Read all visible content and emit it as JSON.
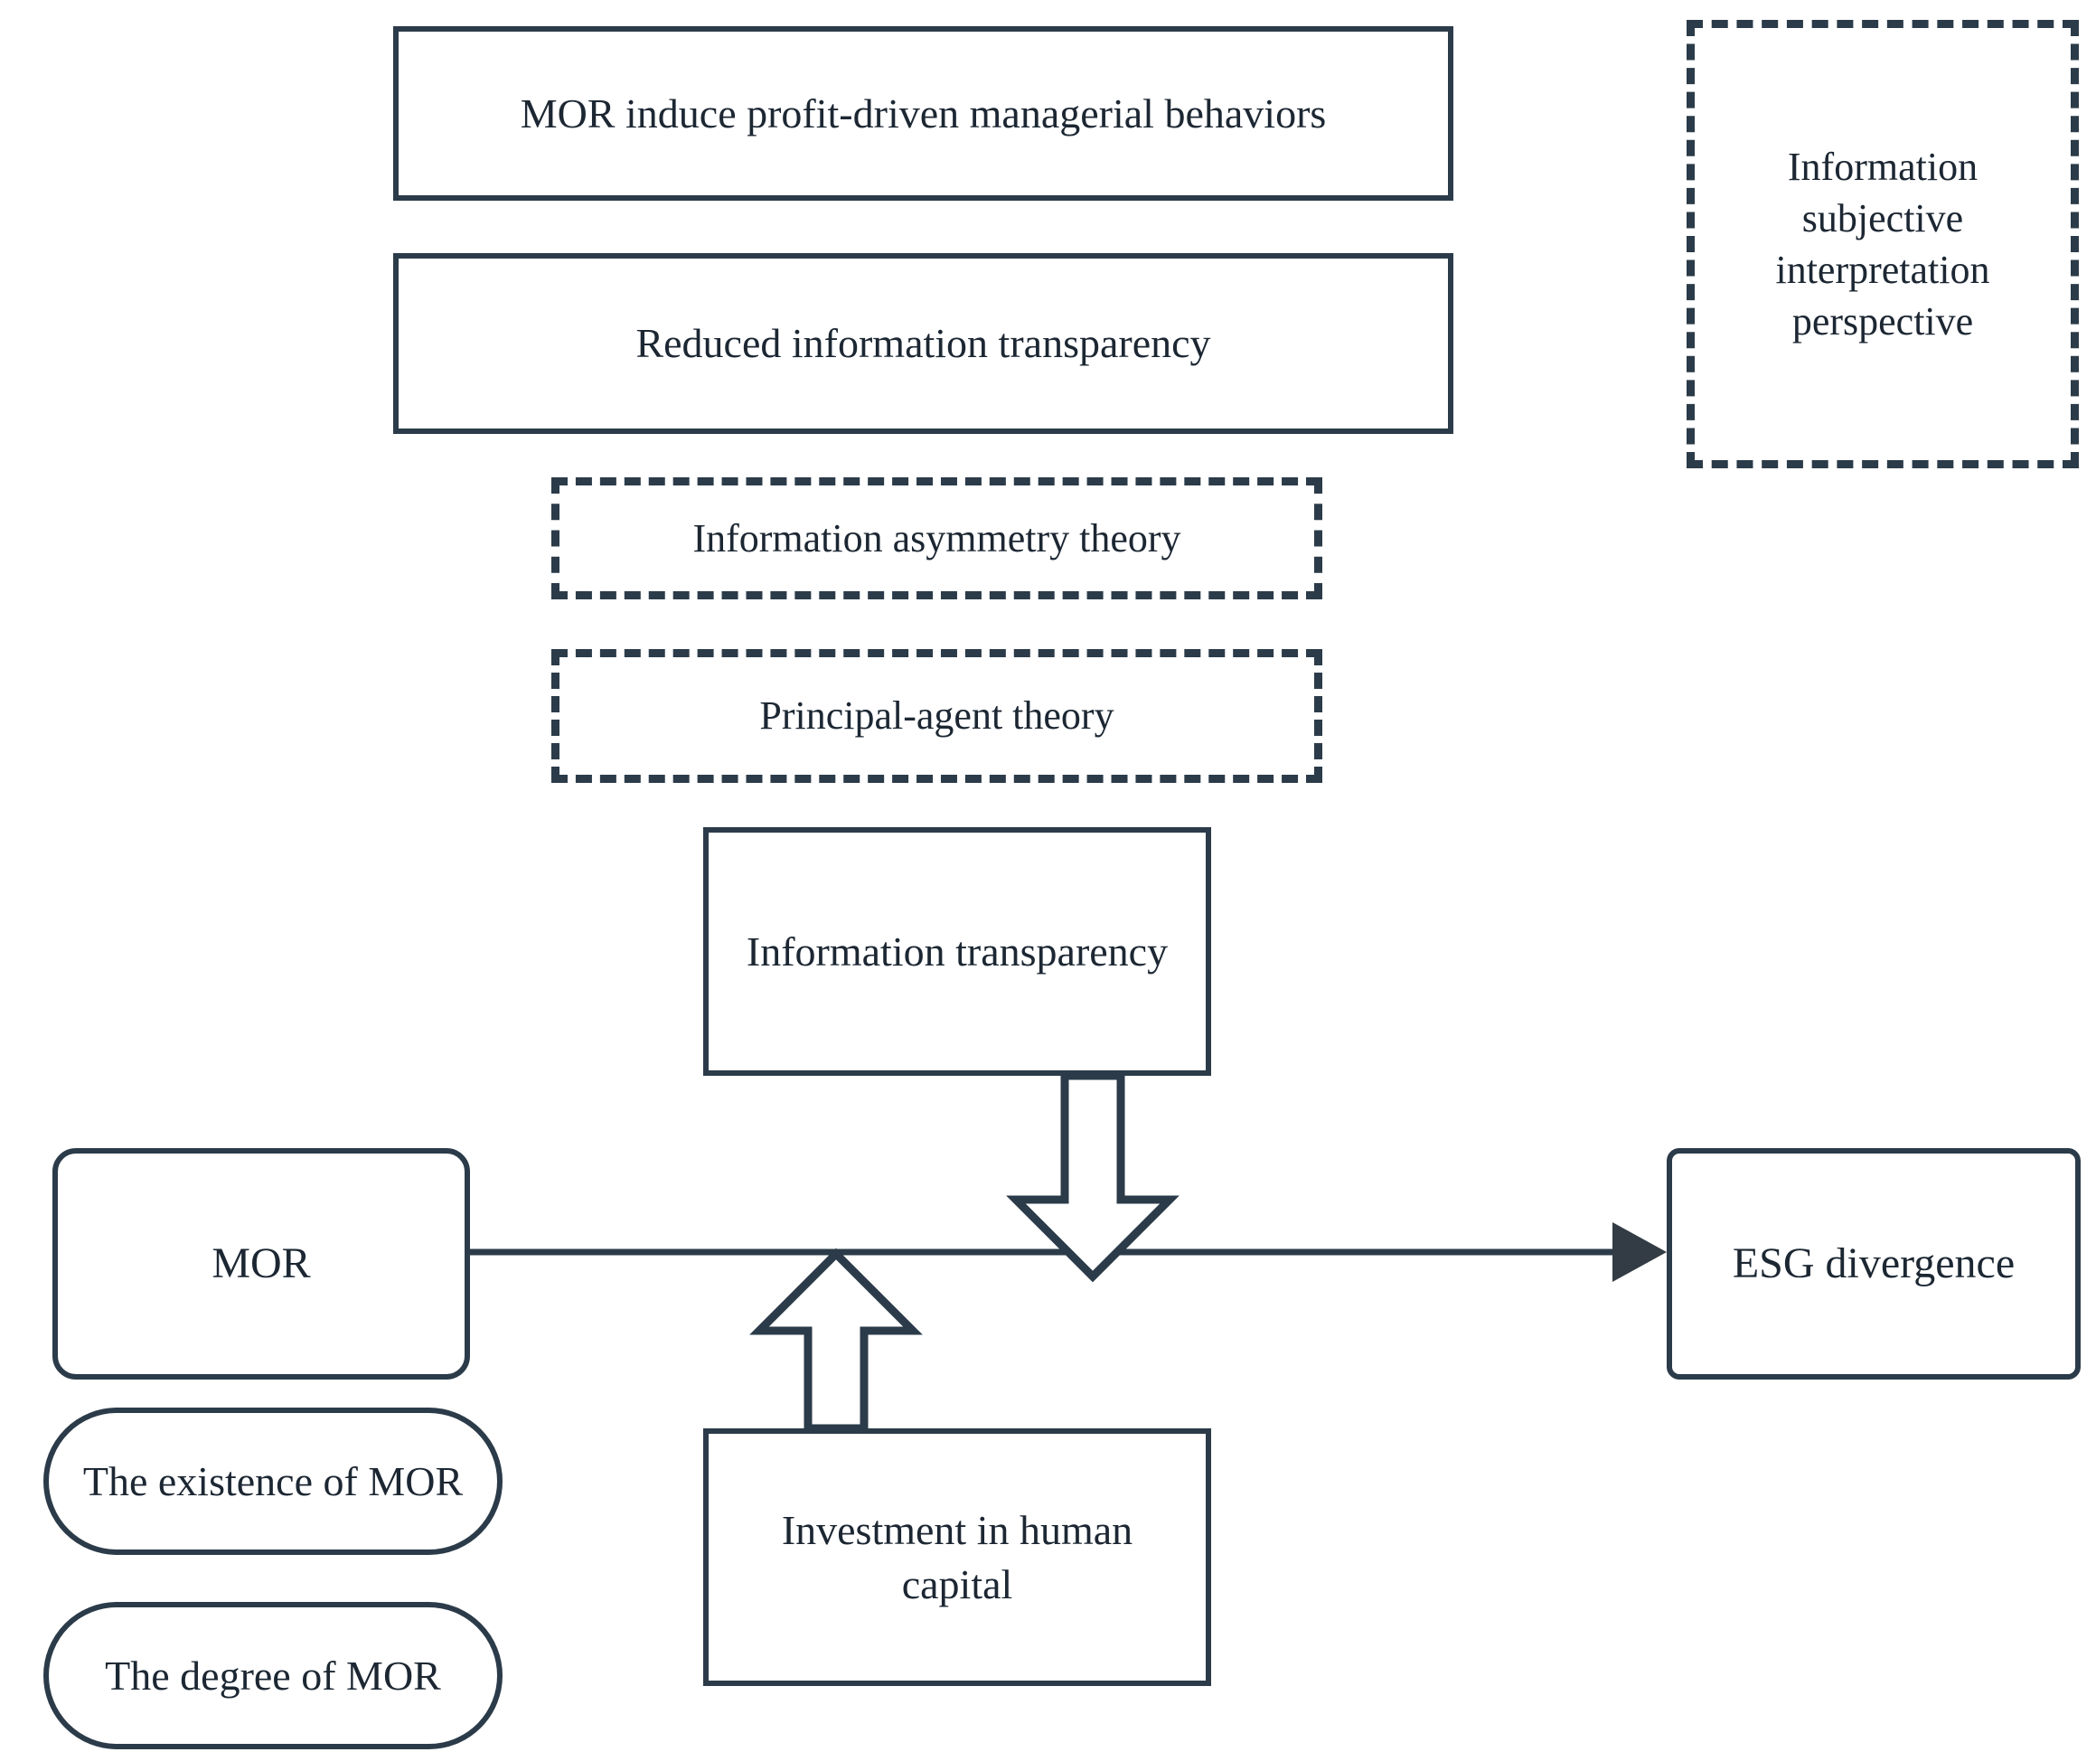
{
  "diagram": {
    "title": "MOR and ESG divergence conceptual framework",
    "colors": {
      "stroke": "#2b3b49",
      "text": "#1c2733",
      "background": "#ffffff"
    },
    "nodes": {
      "mechanism_behavior": {
        "label": "MOR induce profit-driven managerial behaviors",
        "shape": "rectangle",
        "border": "solid"
      },
      "mechanism_transparency": {
        "label": "Reduced information transparency",
        "shape": "rectangle",
        "border": "solid"
      },
      "theory_information_asymmetry": {
        "label": "Information asymmetry theory",
        "shape": "rectangle",
        "border": "dashed"
      },
      "theory_principal_agent": {
        "label": "Principal-agent theory",
        "shape": "rectangle",
        "border": "dashed"
      },
      "perspective": {
        "label": "Information subjective interpretation perspective",
        "shape": "rectangle",
        "border": "dashed"
      },
      "information_transparency": {
        "label": "Information transparency",
        "shape": "rectangle",
        "border": "solid"
      },
      "mor": {
        "label": "MOR",
        "shape": "rounded-rectangle",
        "border": "solid"
      },
      "esg_divergence": {
        "label": "ESG divergence",
        "shape": "rounded-rectangle",
        "border": "solid"
      },
      "mor_existence": {
        "label": "The existence of MOR",
        "shape": "pill",
        "border": "solid"
      },
      "mor_degree": {
        "label": "The degree of MOR",
        "shape": "pill",
        "border": "solid"
      },
      "human_capital": {
        "label": "Investment in human capital",
        "shape": "rectangle",
        "border": "solid"
      }
    },
    "connectors": [
      {
        "name": "mor-to-esg-arrow",
        "type": "line-arrow",
        "from": "mor",
        "to": "esg_divergence",
        "direction": "right"
      },
      {
        "name": "transparency-mediator-arrow",
        "type": "block-arrow",
        "from": "information_transparency",
        "to": "mor-to-esg-arrow",
        "direction": "down"
      },
      {
        "name": "human-capital-moderator-arrow",
        "type": "block-arrow",
        "from": "human_capital",
        "to": "mor-to-esg-arrow",
        "direction": "up"
      }
    ]
  }
}
